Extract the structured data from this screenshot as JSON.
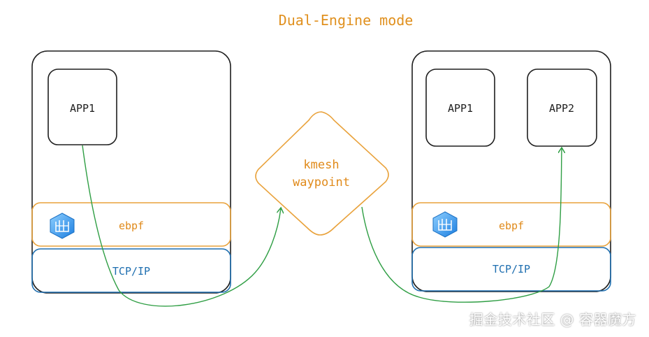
{
  "title": "Dual-Engine mode",
  "left_node": {
    "app_label": "APP1",
    "ebpf_label": "ebpf",
    "tcpip_label": "TCP/IP"
  },
  "waypoint": {
    "line1": "kmesh",
    "line2": "waypoint"
  },
  "right_node": {
    "app1_label": "APP1",
    "app2_label": "APP2",
    "ebpf_label": "ebpf",
    "tcpip_label": "TCP/IP"
  },
  "watermark": "掘金技术社区 @ 容器魔方",
  "colors": {
    "title": "#e0901e",
    "box_stroke": "#1e1e1e",
    "ebpf_stroke": "#e9a23b",
    "tcpip_stroke": "#1f6fb0",
    "tcpip_text": "#1f6fb0",
    "ebpf_text": "#e08a1a",
    "waypoint_stroke": "#e9a23b",
    "waypoint_text": "#e08a1a",
    "flow_arrow": "#2f9e44",
    "ebpf_icon": "#3aa0ff"
  }
}
